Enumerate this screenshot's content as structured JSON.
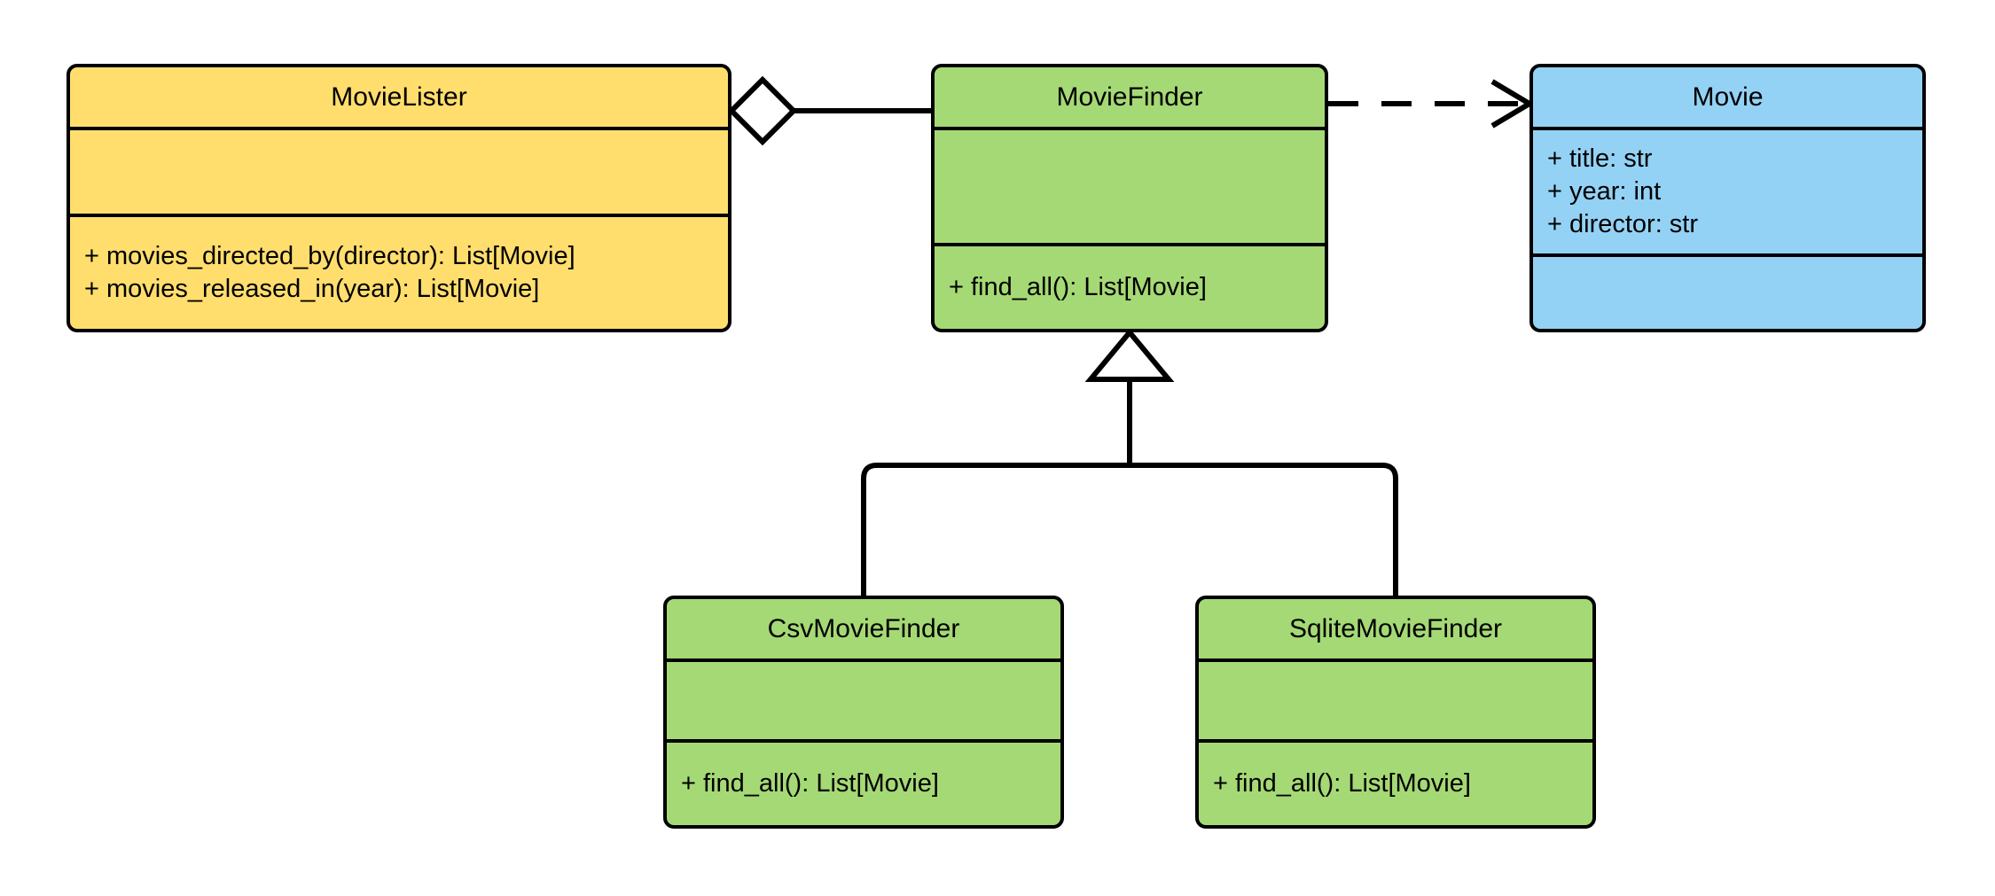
{
  "diagram": {
    "kind": "uml-class-diagram",
    "palette": {
      "client_fill": "#ffde6e",
      "interface_fill": "#a5d975",
      "entity_fill": "#94d2f5",
      "stroke": "#000000",
      "background": "#ffffff"
    },
    "classes": {
      "movielister": {
        "name": "MovieLister",
        "attributes": [],
        "methods": [
          "+ movies_directed_by(director): List[Movie]",
          "+ movies_released_in(year): List[Movie]"
        ]
      },
      "moviefinder": {
        "name": "MovieFinder",
        "attributes": [],
        "methods": [
          "+ find_all(): List[Movie]"
        ]
      },
      "movie": {
        "name": "Movie",
        "attributes": [
          "+ title: str",
          "+ year: int",
          "+ director: str"
        ],
        "methods": []
      },
      "csvmoviefinder": {
        "name": "CsvMovieFinder",
        "attributes": [],
        "methods": [
          "+ find_all(): List[Movie]"
        ]
      },
      "sqlitemoviefinder": {
        "name": "SqliteMovieFinder",
        "attributes": [],
        "methods": [
          "+ find_all(): List[Movie]"
        ]
      }
    },
    "relationships": [
      {
        "id": "aggregation-movielister-moviefinder",
        "type": "aggregation",
        "source": "MovieLister",
        "target": "MovieFinder",
        "marker": "hollow-diamond",
        "line": "solid"
      },
      {
        "id": "dependency-moviefinder-movie",
        "type": "dependency",
        "source": "MovieFinder",
        "target": "Movie",
        "marker": "open-arrow",
        "line": "dashed"
      },
      {
        "id": "generalization-csvmoviefinder-moviefinder",
        "type": "generalization",
        "source": "CsvMovieFinder",
        "target": "MovieFinder",
        "marker": "hollow-triangle",
        "line": "solid"
      },
      {
        "id": "generalization-sqlitemoviefinder-moviefinder",
        "type": "generalization",
        "source": "SqliteMovieFinder",
        "target": "MovieFinder",
        "marker": "hollow-triangle",
        "line": "solid"
      }
    ]
  }
}
